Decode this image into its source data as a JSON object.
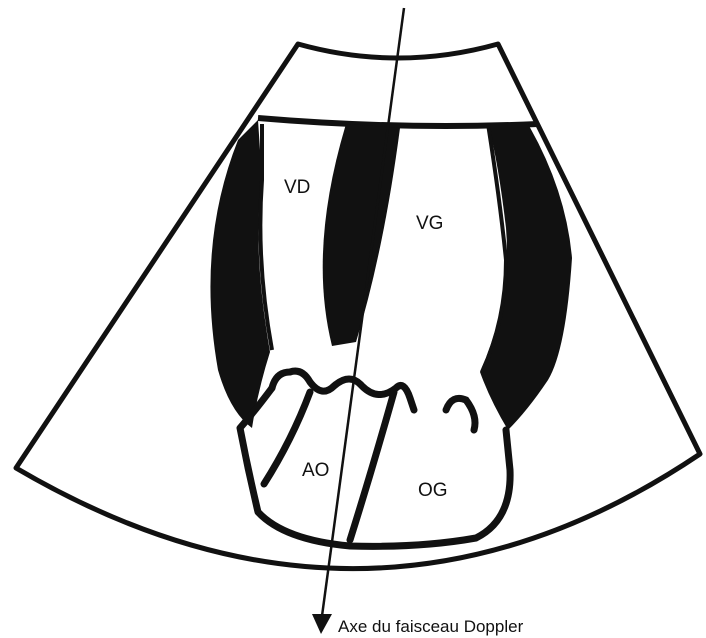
{
  "labels": {
    "vd": "VD",
    "vg": "VG",
    "ao": "AO",
    "og": "OG",
    "axis": "Axe du faisceau Doppler"
  },
  "colors": {
    "ink": "#111111",
    "background": "#ffffff"
  }
}
